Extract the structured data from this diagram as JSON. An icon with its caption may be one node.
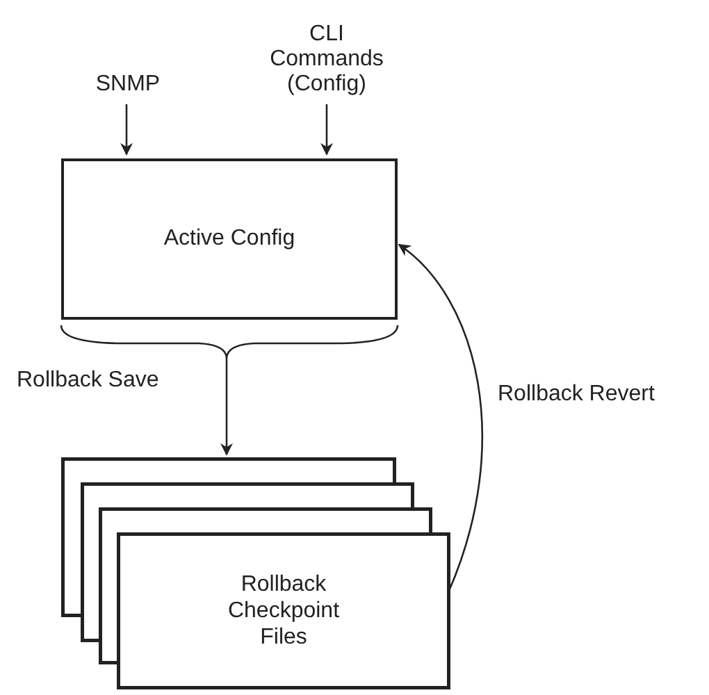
{
  "diagram": {
    "nodes": [
      {
        "text": [
          "SNMP"
        ]
      },
      {
        "text": [
          "CLI Commands (Config)"
        ]
      },
      {
        "text": [
          "Active Config"
        ]
      },
      {
        "text": [
          "Rollback Checkpoint Files"
        ]
      }
    ],
    "edges": [
      {
        "from": 0,
        "to": 2,
        "arrow": "to"
      },
      {
        "from": 1,
        "to": 2,
        "arrow": "to"
      },
      {
        "from": 2,
        "to": 3,
        "arrow": "to",
        "label": "Rollback Save"
      },
      {
        "from": 3,
        "to": 2,
        "arrow": "to",
        "label": "Rollback Revert"
      }
    ]
  }
}
